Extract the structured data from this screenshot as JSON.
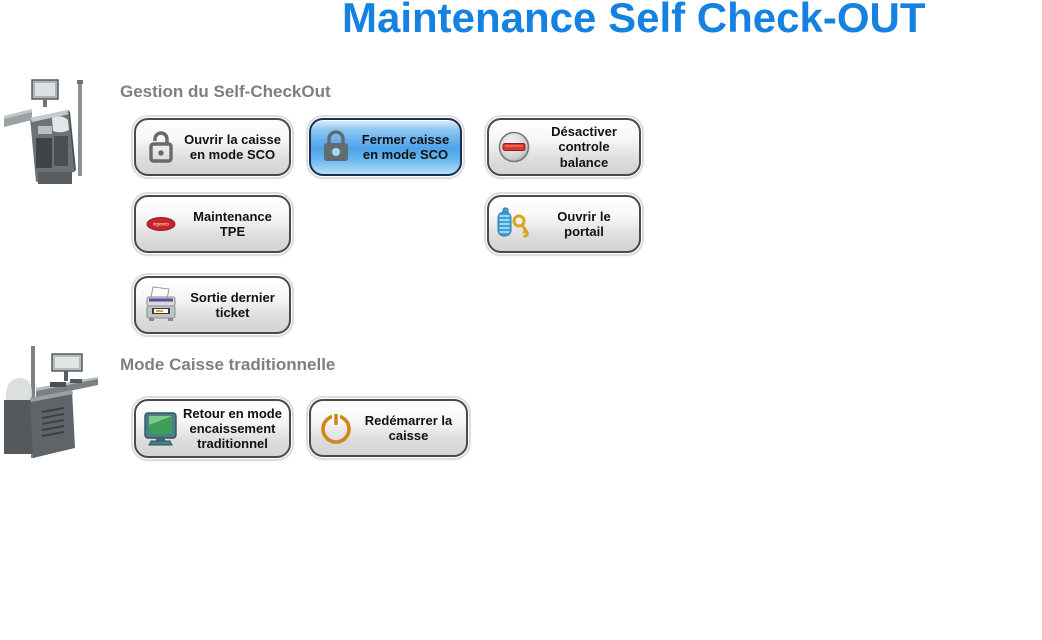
{
  "title": "Maintenance Self Check-OUT",
  "colors": {
    "title_blue": "#1581e0",
    "section_header_gray": "#7f7f7f",
    "selected_button_blue": "#4da3e8",
    "button_border": "#4a4a4a",
    "disable_bar_red": "#d8372c",
    "key_gold": "#d9a71e",
    "lock_blue": "#3f9fd8",
    "monitor_green": "#3f9e57",
    "power_orange": "#cf861c"
  },
  "sections": [
    {
      "header": "Gestion du Self-CheckOut",
      "illustration": "self-checkout-kiosk",
      "buttons": [
        {
          "label": "Ouvrir la caisse en mode SCO",
          "icon": "unlocked-padlock-icon",
          "selected": false
        },
        {
          "label": "Fermer caisse en mode SCO",
          "icon": "locked-padlock-icon",
          "selected": true
        },
        {
          "label": "Désactiver controle balance",
          "icon": "no-entry-icon",
          "selected": false
        },
        {
          "label": "Maintenance TPE",
          "icon": "ingenico-logo-icon",
          "selected": false
        },
        {
          "label": "Ouvrir le portail",
          "icon": "lock-and-key-icon",
          "selected": false
        },
        {
          "label": "Sortie dernier ticket",
          "icon": "printer-icon",
          "selected": false
        }
      ]
    },
    {
      "header": "Mode Caisse traditionnelle",
      "illustration": "traditional-register-kiosk",
      "buttons": [
        {
          "label": "Retour en mode encaissement traditionnel",
          "icon": "crt-monitor-icon",
          "selected": false
        },
        {
          "label": "Redémarrer la caisse",
          "icon": "power-icon",
          "selected": false
        }
      ]
    }
  ]
}
